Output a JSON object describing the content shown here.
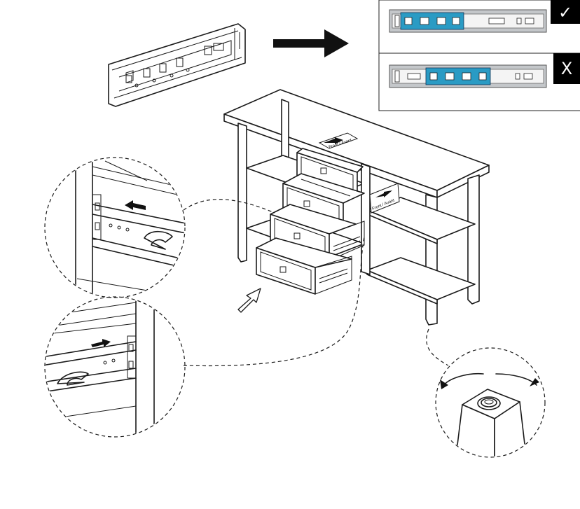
{
  "comparison_panel": {
    "correct_badge": "✓",
    "incorrect_badge": "X"
  },
  "table": {
    "top_label": "Front / Avant",
    "side_label": "Front / Avant"
  },
  "colors": {
    "line": "#1a1a1a",
    "clip_highlight": "#2a9bc4",
    "rail_silver": "#b8bcc0",
    "badge_bg": "#000000"
  },
  "icons": [
    "arrow-right-icon",
    "arrow-left-icon",
    "check-icon",
    "x-icon",
    "rotate-icon",
    "pointer-arrow-icon"
  ]
}
